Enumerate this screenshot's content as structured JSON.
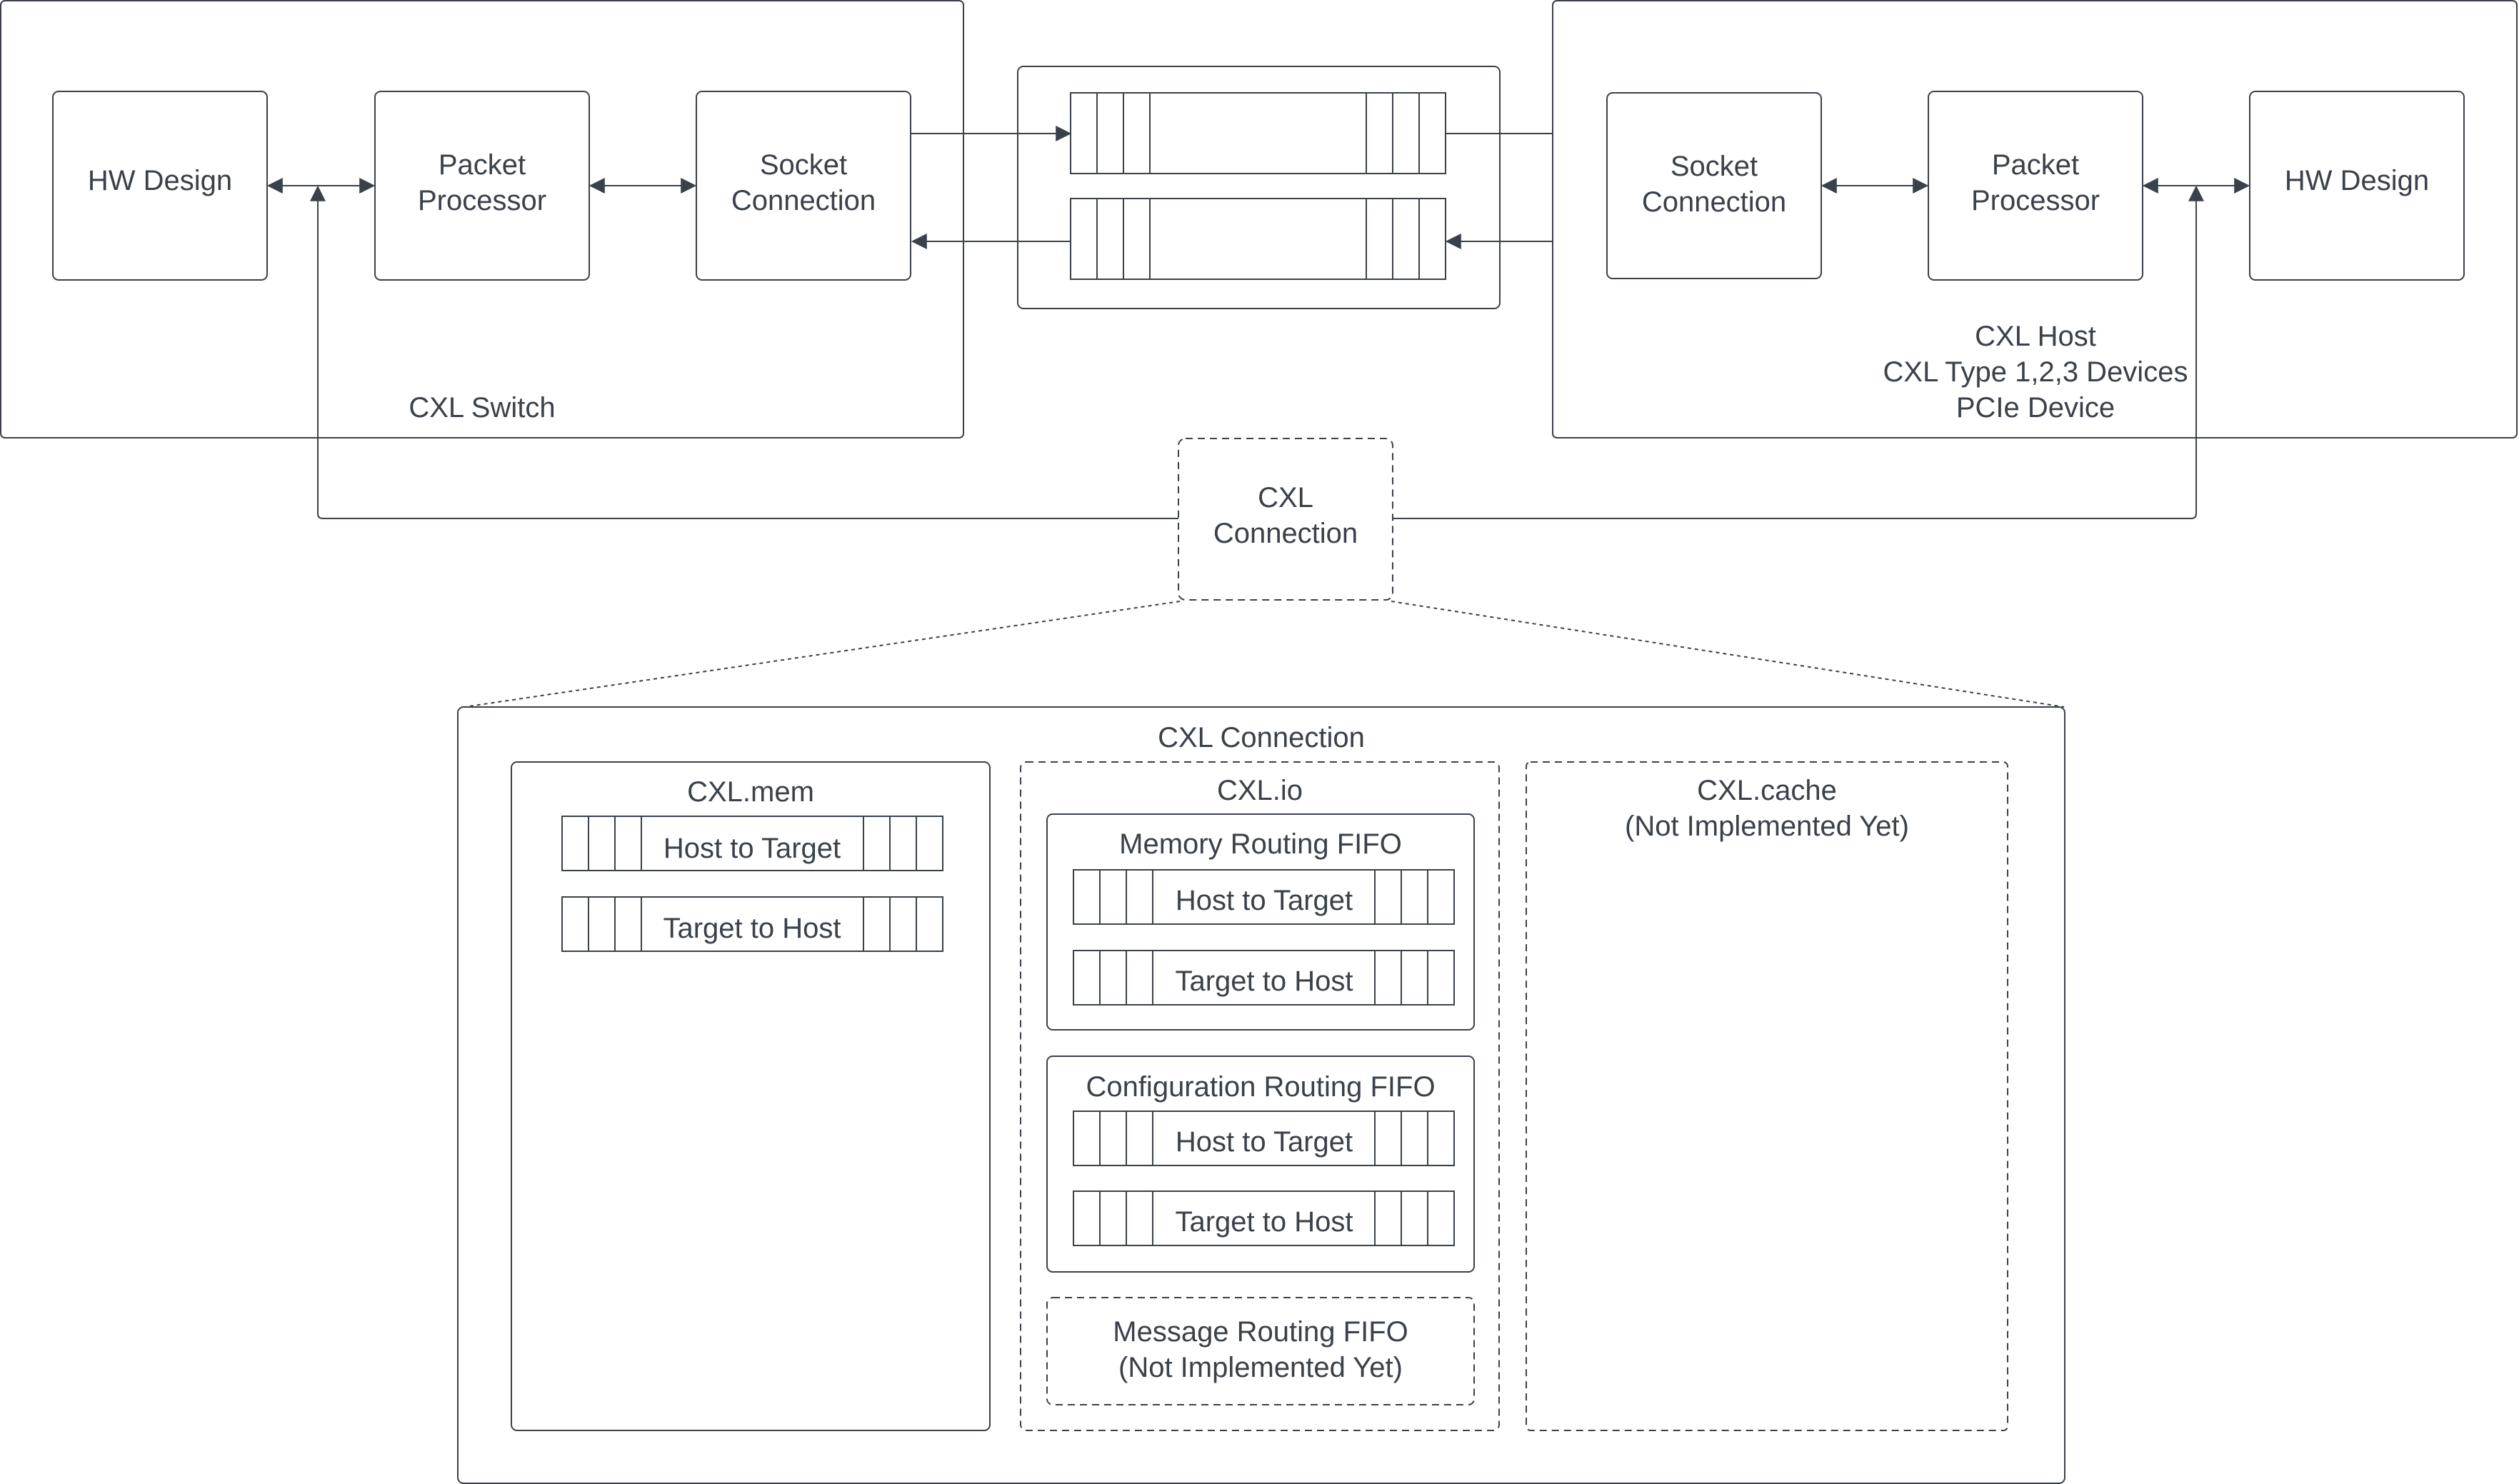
{
  "switch": {
    "label": "CXL Switch",
    "hw_design": "HW Design",
    "packet_processor": [
      "Packet",
      "Processor"
    ],
    "socket_connection": [
      "Socket",
      "Connection"
    ]
  },
  "host": {
    "labels": [
      "CXL Host",
      "CXL Type 1,2,3 Devices",
      "PCIe Device"
    ],
    "hw_design": "HW Design",
    "packet_processor": [
      "Packet",
      "Processor"
    ],
    "socket_connection": [
      "Socket",
      "Connection"
    ]
  },
  "connection_node": [
    "CXL",
    "Connection"
  ],
  "detail": {
    "title": "CXL Connection",
    "mem": {
      "title": "CXL.mem",
      "fifos": [
        "Host to Target",
        "Target to Host"
      ]
    },
    "io": {
      "title": "CXL.io",
      "memory_routing": {
        "title": "Memory Routing FIFO",
        "fifos": [
          "Host to Target",
          "Target to Host"
        ]
      },
      "config_routing": {
        "title": "Configuration Routing FIFO",
        "fifos": [
          "Host to Target",
          "Target to Host"
        ]
      },
      "message_routing": [
        "Message Routing FIFO",
        "(Not Implemented Yet)"
      ]
    },
    "cache": [
      "CXL.cache",
      "(Not Implemented Yet)"
    ]
  },
  "colors": {
    "stroke": "#3a414a",
    "text": "#3a414a",
    "background": "#ffffff"
  }
}
